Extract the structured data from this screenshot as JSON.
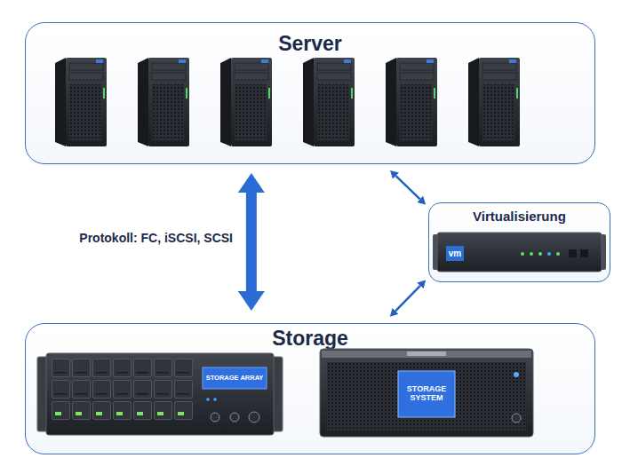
{
  "diagram": {
    "nodes": [
      {
        "text": [
          "Server"
        ]
      },
      {
        "text": [
          "Virtualisierung"
        ]
      },
      {
        "text": [
          "Storage"
        ]
      }
    ],
    "edges": [
      {
        "from": 0,
        "to": 2,
        "arrow": "both",
        "label": "Protokoll: FC, iSCSI, SCSI"
      },
      {
        "from": 0,
        "to": 1,
        "arrow": "both"
      },
      {
        "from": 1,
        "to": 2,
        "arrow": "both"
      }
    ],
    "labels": [
      "STORAGE ARRAY",
      "STORAGE SYSTEM",
      "vm"
    ]
  }
}
